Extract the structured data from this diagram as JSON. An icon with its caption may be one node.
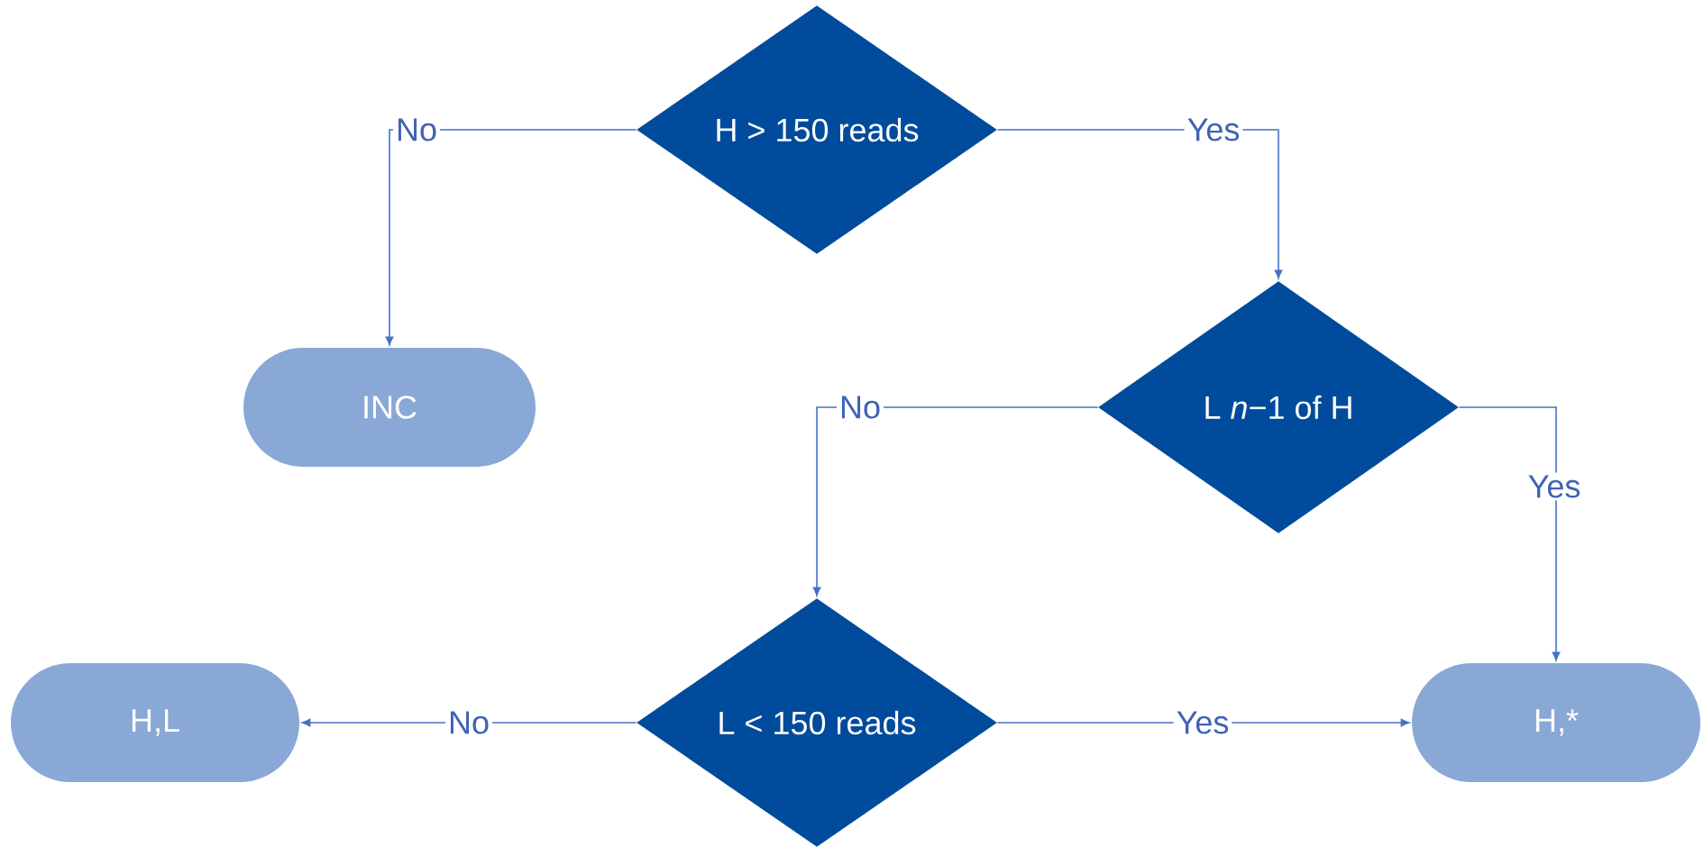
{
  "diagram": {
    "nodes": [
      {
        "text": [
          "H > 150 reads"
        ]
      },
      {
        "text": [
          "INC"
        ]
      },
      {
        "text": [
          "L *n*−1 of H"
        ]
      },
      {
        "text": [
          "L < 150 reads"
        ]
      },
      {
        "text": [
          "H,L"
        ]
      },
      {
        "text": [
          "H,*"
        ]
      }
    ],
    "edges": [
      {
        "from": 0,
        "to": 1,
        "arrow": "to",
        "label": "No"
      },
      {
        "from": 0,
        "to": 2,
        "arrow": "to",
        "label": "Yes"
      },
      {
        "from": 2,
        "to": 3,
        "arrow": "to",
        "label": "No"
      },
      {
        "from": 2,
        "to": 5,
        "arrow": "to",
        "label": "Yes"
      },
      {
        "from": 3,
        "to": 4,
        "arrow": "to",
        "label": "No"
      },
      {
        "from": 3,
        "to": 5,
        "arrow": "to",
        "label": "Yes"
      }
    ]
  }
}
